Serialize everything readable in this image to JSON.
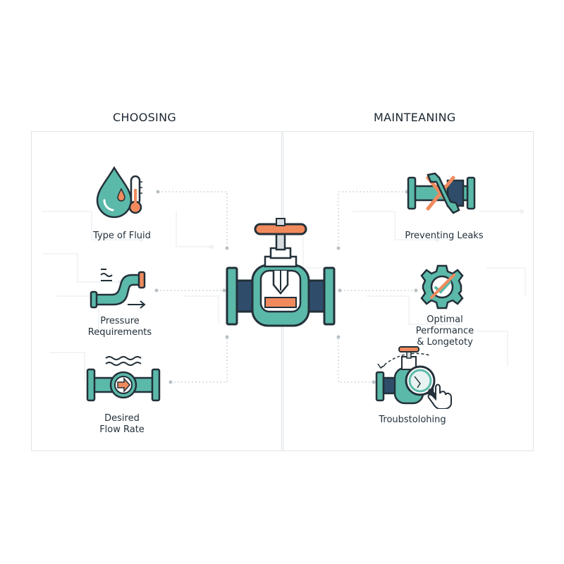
{
  "sections": {
    "left_heading": "CHOOSING",
    "right_heading": "MAINTEANING"
  },
  "left_items": [
    {
      "label": "Type of Fluid",
      "icon": "fluid-drop-thermometer-icon"
    },
    {
      "label_line1": "Pressure",
      "label_line2": "Requirements",
      "icon": "pressure-pipe-icon"
    },
    {
      "label_line1": "Desired",
      "label_line2": "Flow Rate",
      "icon": "flow-meter-pipe-icon"
    }
  ],
  "right_items": [
    {
      "label": "Preventing Leaks",
      "icon": "wrench-pipe-icon"
    },
    {
      "label_line1": "Optimal",
      "label_line2": "Performance",
      "label_line3": "& Longetoty",
      "icon": "gear-check-icon"
    },
    {
      "label": "Troubstolohing",
      "icon": "valve-magnifier-icon"
    }
  ],
  "central_icon": "gate-valve-icon",
  "colors": {
    "teal": "#5bb9a9",
    "navy": "#2f4d6b",
    "orange": "#f08a5d",
    "outline": "#233039",
    "grey_line": "#c8cfd4"
  }
}
